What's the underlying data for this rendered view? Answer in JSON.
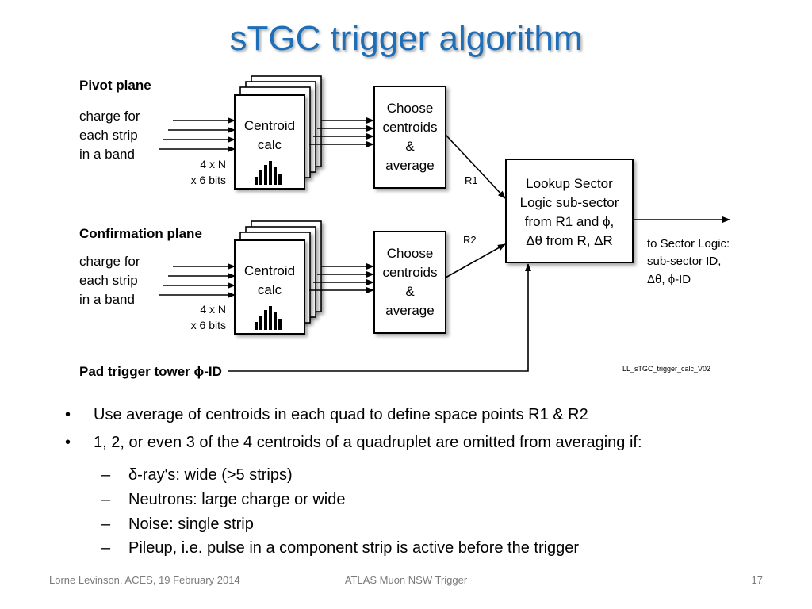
{
  "title": "sTGC trigger algorithm",
  "diagram": {
    "pivot_plane": "Pivot plane",
    "confirmation_plane": "Confirmation plane",
    "charge_label": [
      "charge for",
      "each strip",
      "in a band"
    ],
    "bits_label": [
      "4 x N",
      "x 6 bits"
    ],
    "centroid_label": [
      "Centroid",
      "calc"
    ],
    "choose_label": [
      "Choose",
      "centroids",
      "&",
      "average"
    ],
    "r1": "R1",
    "r2": "R2",
    "lookup_label": [
      "Lookup Sector",
      "Logic sub-sector",
      "from R1 and ϕ,",
      "Δθ from R, ΔR"
    ],
    "output_label": [
      "to Sector Logic:",
      "sub-sector ID,",
      "Δθ, ϕ-ID"
    ],
    "pad_trigger": "Pad trigger tower ϕ-ID",
    "figure_id": "LL_sTGC_trigger_calc_V02"
  },
  "bullets": [
    {
      "marker": "•",
      "text": "Use average of centroids in each quad to define space points R1 & R2"
    },
    {
      "marker": "•",
      "text": "1, 2, or even 3 of the 4 centroids of a quadruplet are omitted from averaging if:"
    }
  ],
  "subbullets": [
    {
      "marker": "–",
      "text": "δ-ray's: wide (>5 strips)"
    },
    {
      "marker": "–",
      "text": "Neutrons: large charge or wide"
    },
    {
      "marker": "–",
      "text": "Noise: single strip"
    },
    {
      "marker": "–",
      "text": "Pileup, i.e. pulse in a component strip is active before the trigger"
    }
  ],
  "footer": {
    "left": "Lorne Levinson, ACES, 19 February 2014",
    "center": "ATLAS Muon NSW Trigger",
    "page": "17"
  }
}
